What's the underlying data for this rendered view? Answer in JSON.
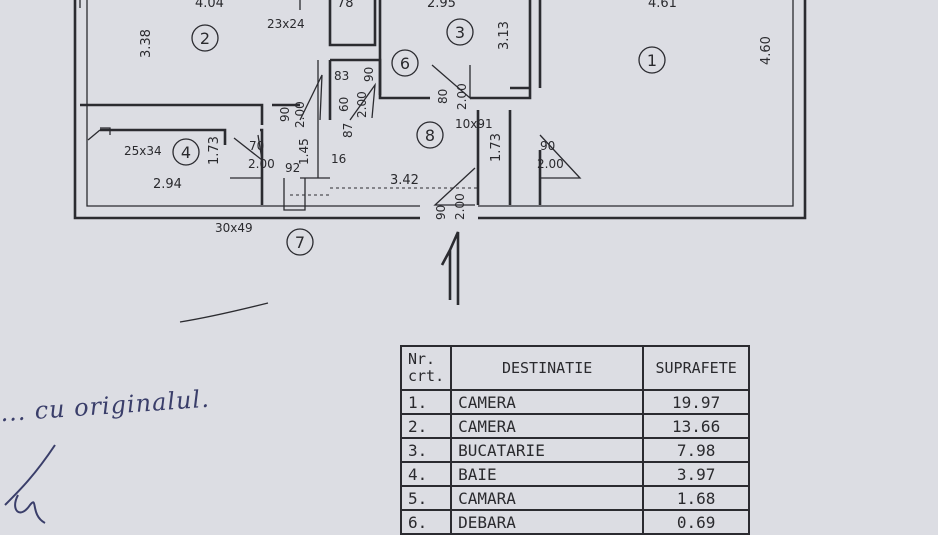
{
  "plan": {
    "rooms": [
      {
        "id": "room-1",
        "number": "1"
      },
      {
        "id": "room-2",
        "number": "2"
      },
      {
        "id": "room-3",
        "number": "3"
      },
      {
        "id": "room-4",
        "number": "4"
      },
      {
        "id": "room-6",
        "number": "6"
      },
      {
        "id": "room-7",
        "number": "7"
      },
      {
        "id": "room-8",
        "number": "8"
      }
    ],
    "dimensions": {
      "top_left": "4.04",
      "top_mid": "2.95",
      "top_right": "4.61",
      "top_small": "78",
      "room2_height": "3.38",
      "room3_height": "3.13",
      "room1_height": "4.60",
      "window_23x24": "23x24",
      "d_83": "83",
      "d_90_a": "90",
      "d_90_200_a": "90",
      "d_200_a": "2.00",
      "d_60": "60",
      "d_200_b": "2.00",
      "d_80": "80",
      "d_200_c": "2.00",
      "d_87": "87",
      "window_10x91": "10x91",
      "window_25x34": "25x34",
      "d_70": "70",
      "d_200_d": "2.00",
      "d_145": "1.45",
      "d_16": "16",
      "d_173_a": "1.73",
      "d_173_b": "1.73",
      "d_90_b": "90",
      "d_200_e": "2.00",
      "room4_width": "2.94",
      "d_92": "92",
      "hall_width": "3.42",
      "d_90_c": "90",
      "d_200_f": "2.00",
      "window_30x49": "30x49"
    }
  },
  "handwriting": "... cu originalul.",
  "table": {
    "headers": {
      "nr_line1": "Nr.",
      "nr_line2": "crt.",
      "destination": "DESTINATIE",
      "area": "SUPRAFETE"
    },
    "rows": [
      {
        "nr": "1.",
        "destination": "CAMERA",
        "area": "19.97"
      },
      {
        "nr": "2.",
        "destination": "CAMERA",
        "area": "13.66"
      },
      {
        "nr": "3.",
        "destination": "BUCATARIE",
        "area": "7.98"
      },
      {
        "nr": "4.",
        "destination": "BAIE",
        "area": "3.97"
      },
      {
        "nr": "5.",
        "destination": "CAMARA",
        "area": "1.68"
      },
      {
        "nr": "6.",
        "destination": "DEBARA",
        "area": "0.69"
      }
    ]
  }
}
